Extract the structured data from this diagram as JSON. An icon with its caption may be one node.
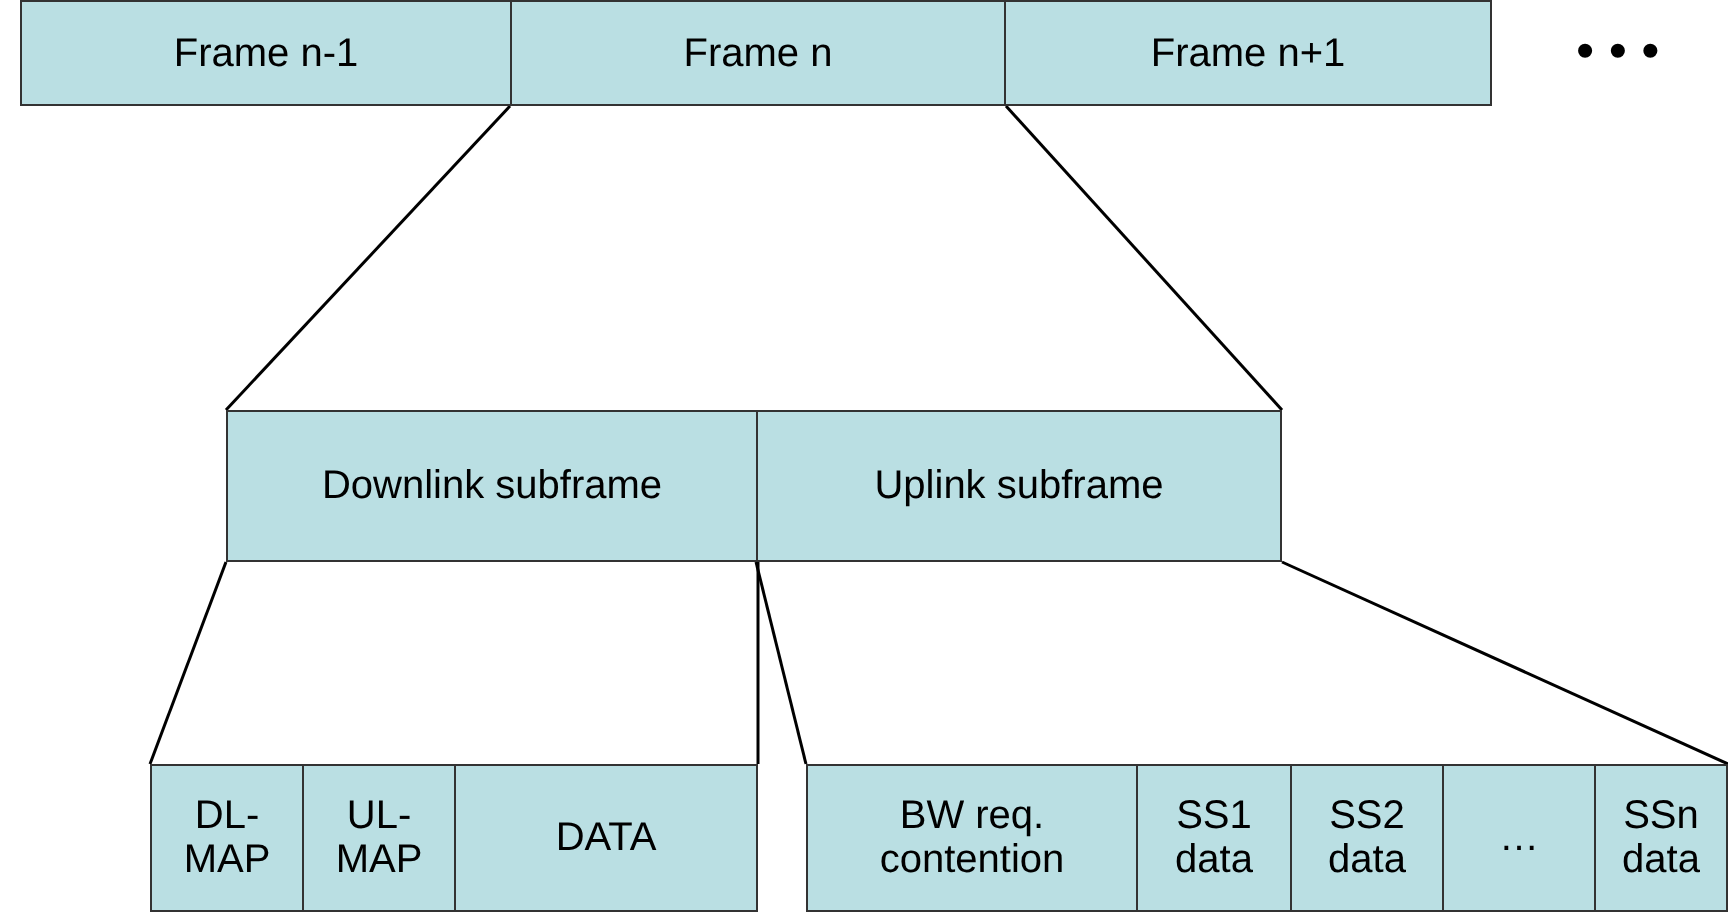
{
  "diagram": {
    "nodes": [
      {
        "text": [
          "Frame n-1"
        ]
      },
      {
        "text": [
          "Frame n"
        ]
      },
      {
        "text": [
          "Frame n+1"
        ]
      },
      {
        "text": [
          "Downlink subframe"
        ]
      },
      {
        "text": [
          "Uplink subframe"
        ]
      },
      {
        "text": [
          "DL- MAP"
        ]
      },
      {
        "text": [
          "UL- MAP"
        ]
      },
      {
        "text": [
          "DATA"
        ]
      },
      {
        "text": [
          "BW req. contention"
        ]
      },
      {
        "text": [
          "SS1 data"
        ]
      },
      {
        "text": [
          "SS2 data"
        ]
      },
      {
        "text": [
          "…"
        ]
      },
      {
        "text": [
          "SSn data"
        ]
      }
    ],
    "edges": [
      {
        "from": 1,
        "to": 3,
        "arrow": "none"
      },
      {
        "from": 1,
        "to": 4,
        "arrow": "none"
      },
      {
        "from": 3,
        "to": 5,
        "arrow": "none"
      },
      {
        "from": 3,
        "to": 7,
        "arrow": "none"
      },
      {
        "from": 4,
        "to": 8,
        "arrow": "none"
      },
      {
        "from": 4,
        "to": 12,
        "arrow": "none"
      }
    ],
    "labels": [
      "• • •"
    ]
  }
}
